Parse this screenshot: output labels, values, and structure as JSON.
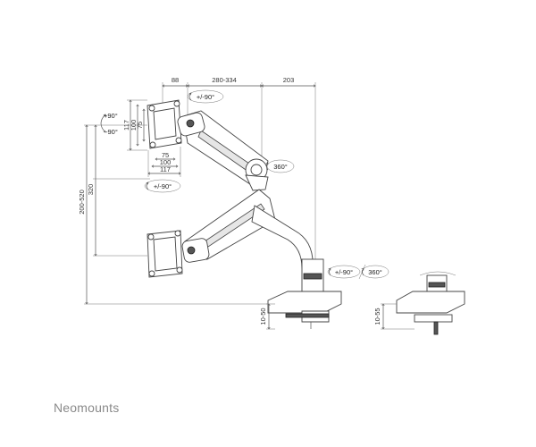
{
  "dimensions": {
    "top_left": "88",
    "top_mid": "280-334",
    "top_right": "203",
    "vesa_h1": "117",
    "vesa_h2": "100",
    "vesa_h3": "75",
    "vesa_w1": "75",
    "vesa_w2": "100",
    "vesa_w3": "117",
    "height_range": "200-520",
    "height_320": "320",
    "desk_clamp": "10-50",
    "desk_grommet": "10-55"
  },
  "rotations": {
    "tilt_up": "+90°",
    "tilt_down": "-90°",
    "swivel_top": "+/-90°",
    "swivel_vesa": "+/-90°",
    "rotate_joint": "360°",
    "swivel_base": "+/-90°",
    "rotate_base": "360°"
  },
  "brand": "Neomounts"
}
